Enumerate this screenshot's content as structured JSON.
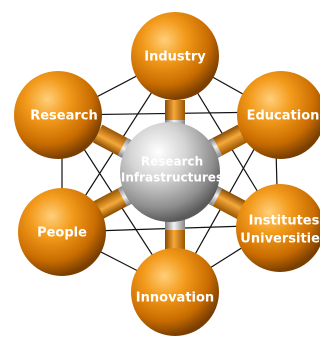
{
  "hub": {
    "label_line1": "Research",
    "label_line2": "Infrastructures"
  },
  "nodes": {
    "industry": "Industry",
    "education": "Education",
    "institutes_line1": "Institutes",
    "institutes_line2": "Universities",
    "innovation": "Innovation",
    "people": "People",
    "research": "Research"
  },
  "colors": {
    "sphere_orange": "#e08a12",
    "sphere_dark": "#8a4a00",
    "hub_gray": "#b8b8b8",
    "line": "#111111"
  }
}
